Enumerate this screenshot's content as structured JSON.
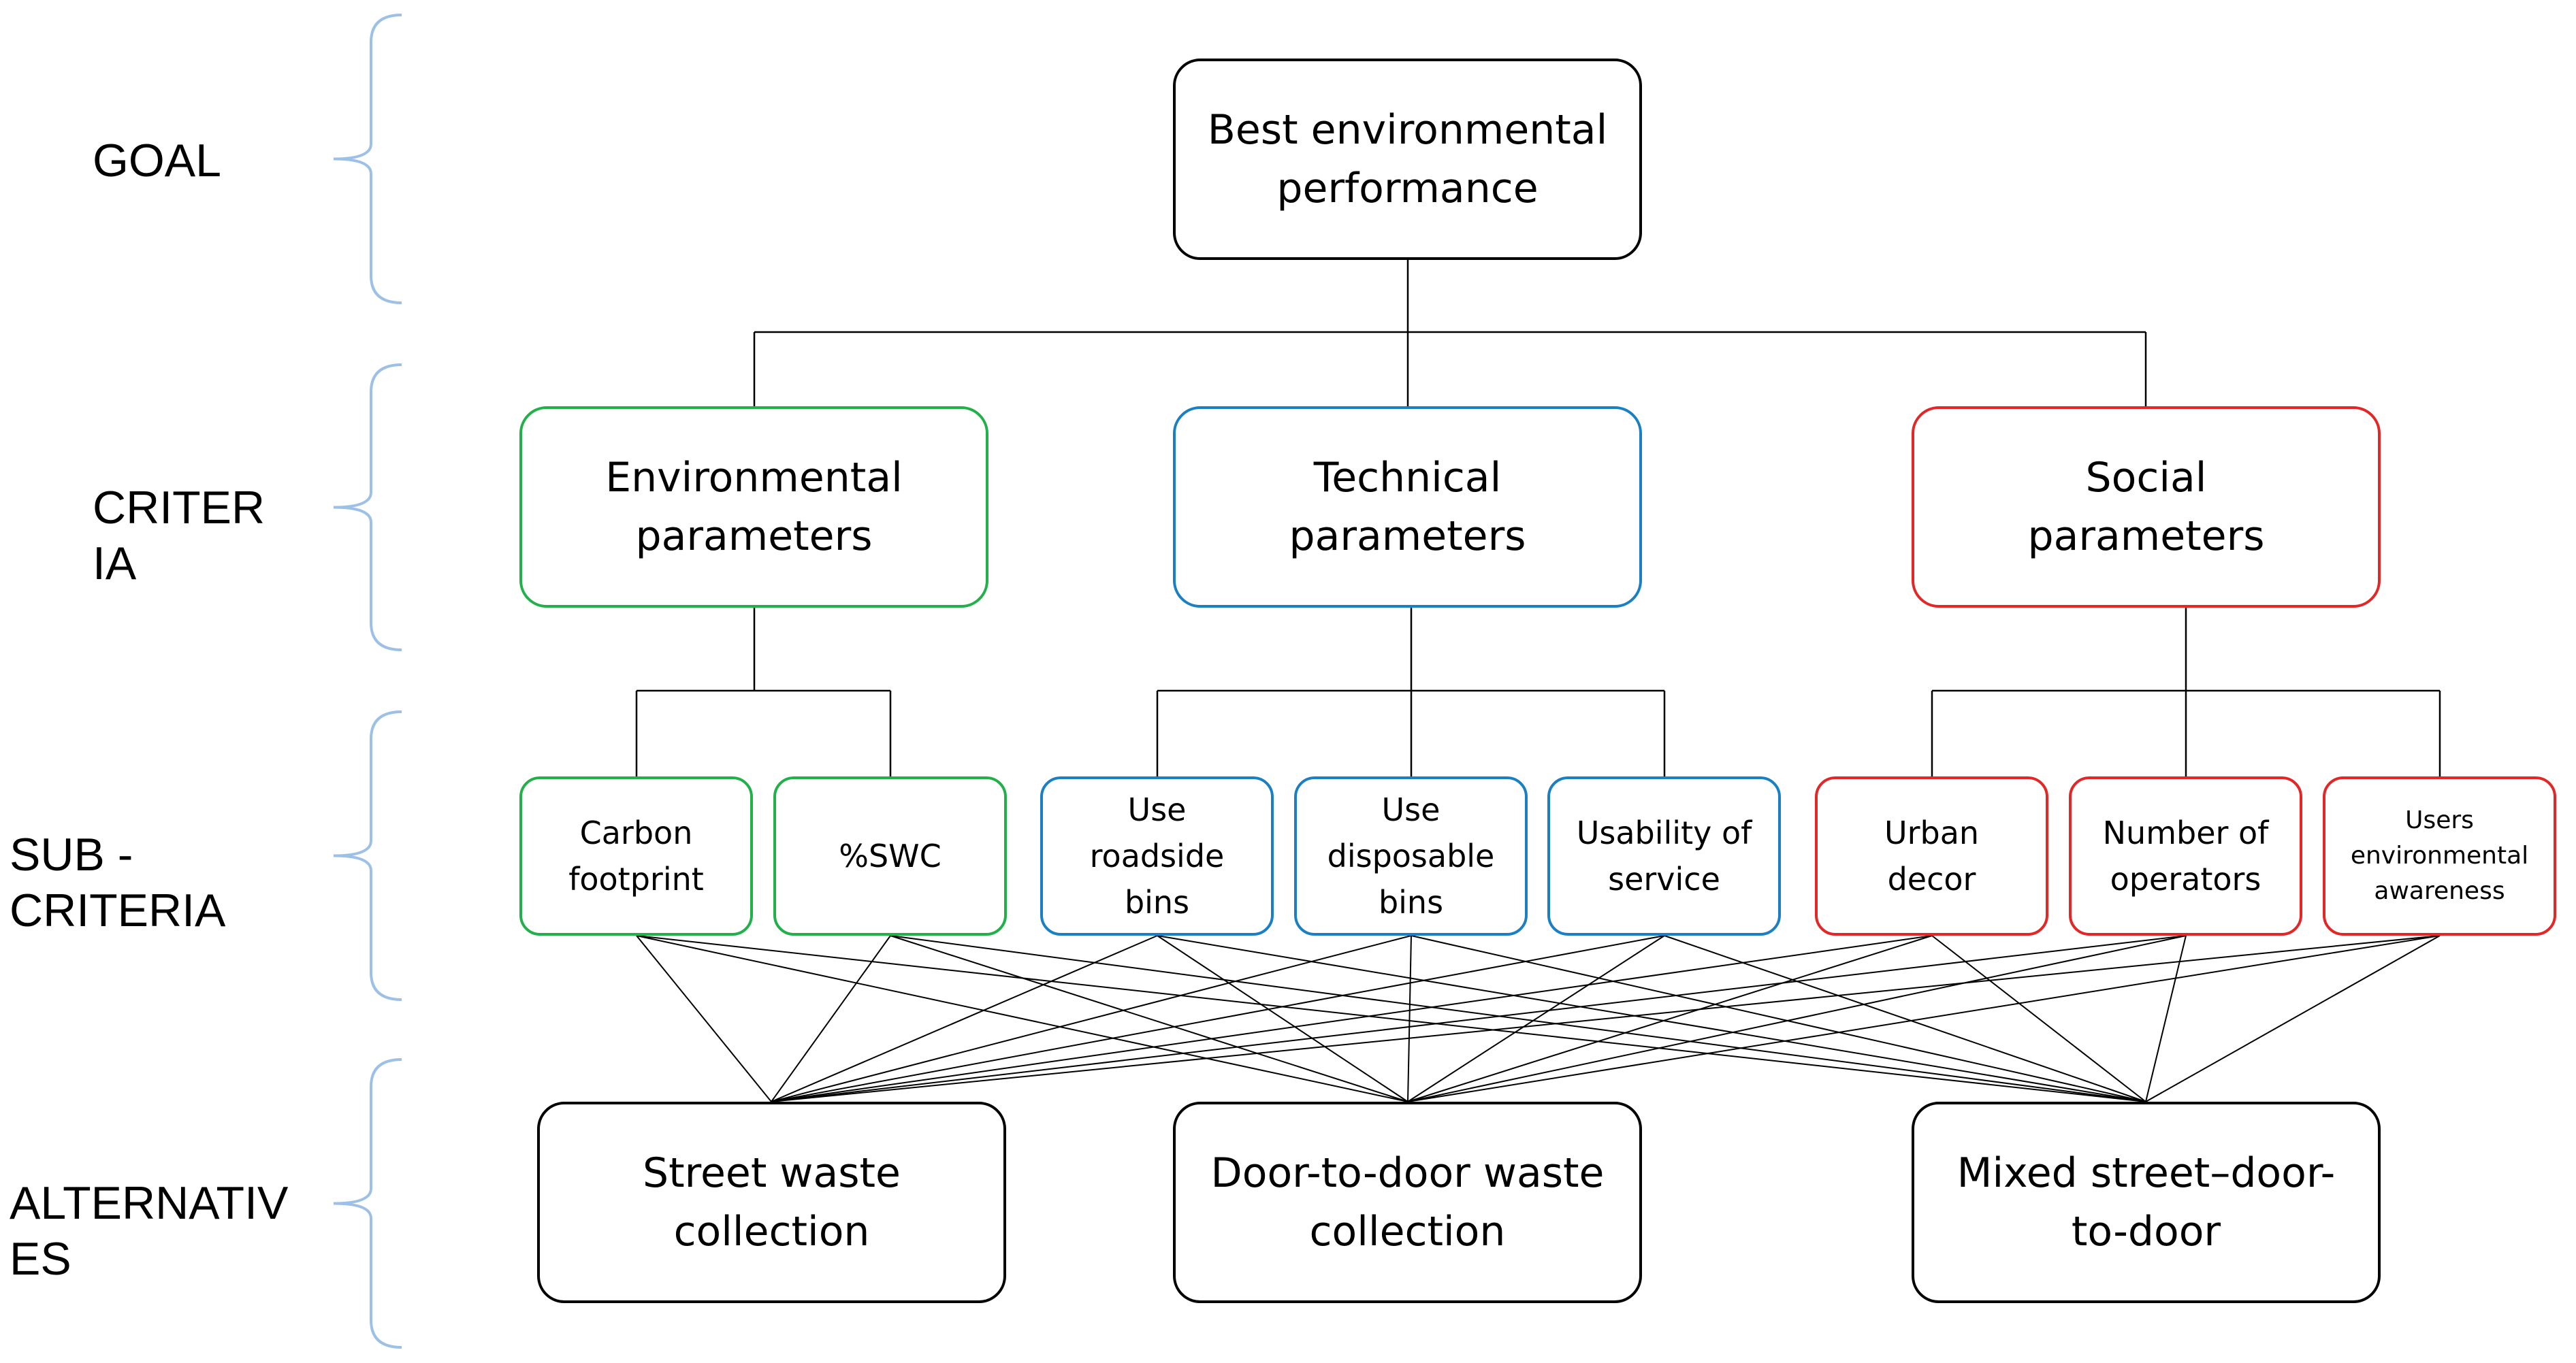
{
  "levels": {
    "goal": "GOAL",
    "criteria": "CRITER\nIA",
    "subcriteria": "SUB -\nCRITERIA",
    "alternatives": "ALTERNATIV\nES"
  },
  "goal": {
    "label": "Best environmental\nperformance"
  },
  "criteria": [
    {
      "label": "Environmental\nparameters",
      "color": "#22b04b"
    },
    {
      "label": "Technical\nparameters",
      "color": "#1b7fc4"
    },
    {
      "label": "Social\nparameters",
      "color": "#e32626"
    }
  ],
  "subcriteria": [
    {
      "label": "Carbon\nfootprint",
      "parent": 0
    },
    {
      "label": "%SWC",
      "parent": 0
    },
    {
      "label": "Use\nroadside\nbins",
      "parent": 1
    },
    {
      "label": "Use\ndisposable\nbins",
      "parent": 1
    },
    {
      "label": "Usability of\nservice",
      "parent": 1
    },
    {
      "label": "Urban\ndecor",
      "parent": 2
    },
    {
      "label": "Number of\noperators",
      "parent": 2
    },
    {
      "label": "Users\nenvironmental\nawareness",
      "parent": 2
    }
  ],
  "alternatives": [
    {
      "label": "Street waste\ncollection"
    },
    {
      "label": "Door-to-door waste\ncollection"
    },
    {
      "label": "Mixed street–door-\nto-door"
    }
  ],
  "colors": {
    "bracket": "#9cc0e6",
    "connector": "#000000"
  }
}
